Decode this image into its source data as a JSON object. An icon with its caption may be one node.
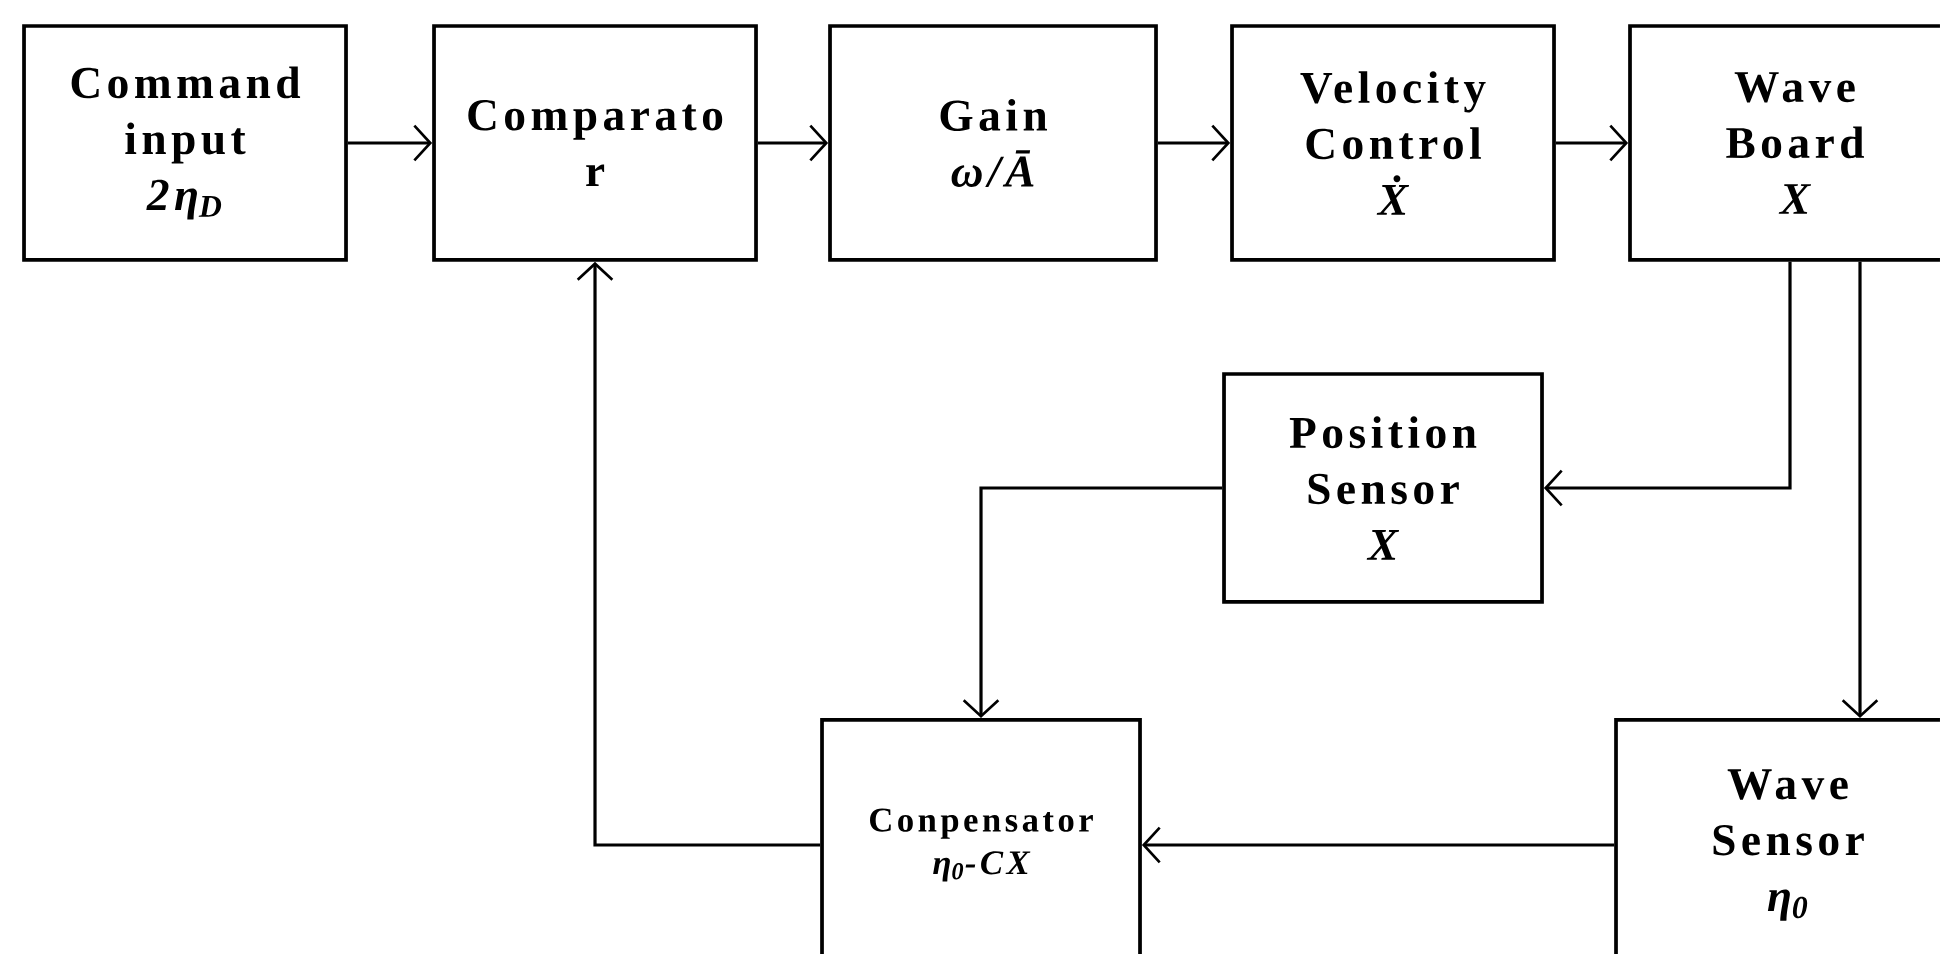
{
  "diagram": {
    "nodes": [
      {
        "text": [
          "Command input",
          "2η$_{D}$"
        ]
      },
      {
        "text": [
          "Comparato r"
        ]
      },
      {
        "text": [
          "Gain",
          "ω/Ā"
        ]
      },
      {
        "text": [
          "Velocity Control",
          "Ẋ"
        ]
      },
      {
        "text": [
          "Wave Board",
          "X"
        ]
      },
      {
        "text": [
          "Position Sensor",
          "X"
        ]
      },
      {
        "text": [
          "Conpensator",
          "η$_{0}$-CX"
        ]
      },
      {
        "text": [
          "Wave Sensor",
          "η$_{0}$"
        ]
      }
    ],
    "edges": [
      {
        "from": 0,
        "to": 1,
        "arrow": "to"
      },
      {
        "from": 1,
        "to": 2,
        "arrow": "to"
      },
      {
        "from": 2,
        "to": 3,
        "arrow": "to"
      },
      {
        "from": 3,
        "to": 4,
        "arrow": "to"
      },
      {
        "from": 4,
        "to": 5,
        "arrow": "to"
      },
      {
        "from": 4,
        "to": 7,
        "arrow": "to"
      },
      {
        "from": 5,
        "to": 6,
        "arrow": "to"
      },
      {
        "from": 7,
        "to": 6,
        "arrow": "to"
      },
      {
        "from": 6,
        "to": 1,
        "arrow": "to"
      }
    ]
  }
}
